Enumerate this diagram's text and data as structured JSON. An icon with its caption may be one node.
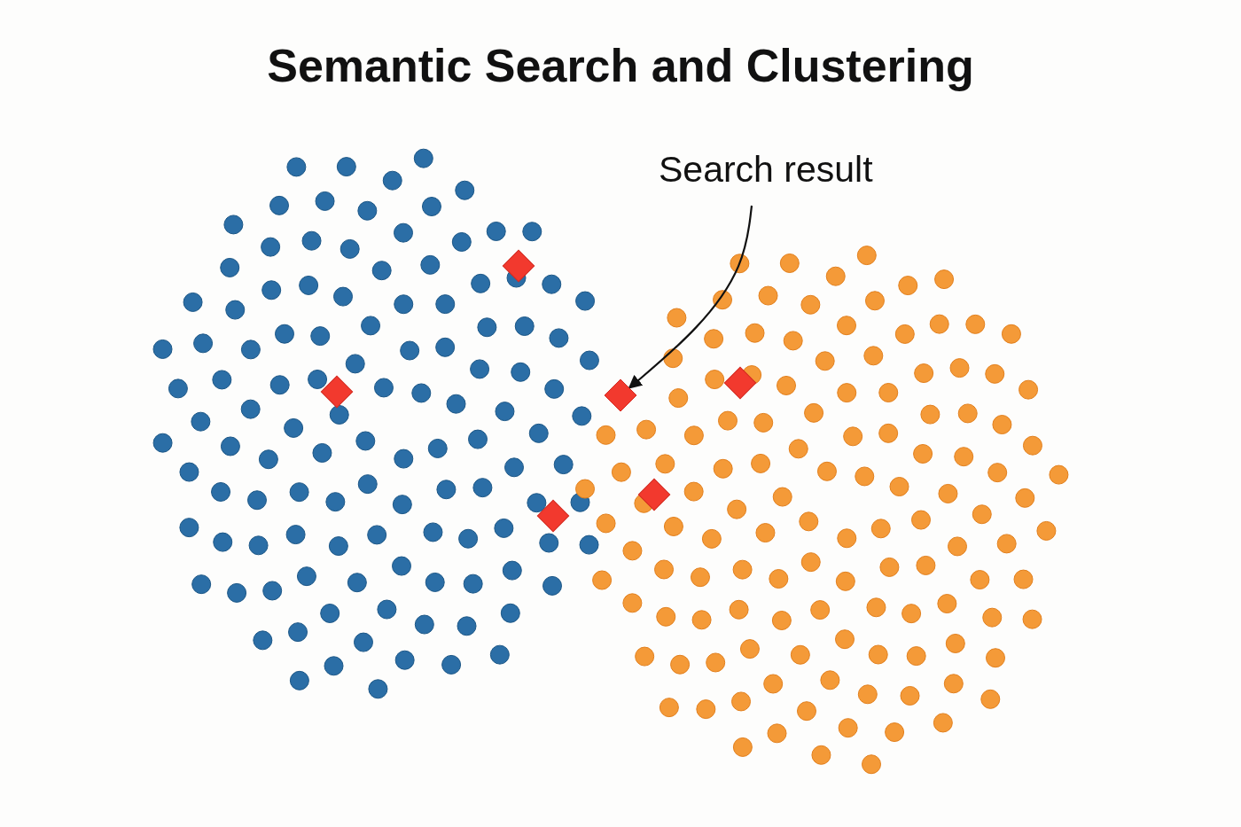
{
  "diagram": {
    "title": "Semantic Search and Clustering",
    "nodes": [
      {
        "text": [
          "Search result"
        ]
      },
      {
        "text": [],
        "shape": "diamond"
      }
    ],
    "edges": [
      {
        "from": 0,
        "to": 1,
        "arrow": "to"
      }
    ]
  }
}
